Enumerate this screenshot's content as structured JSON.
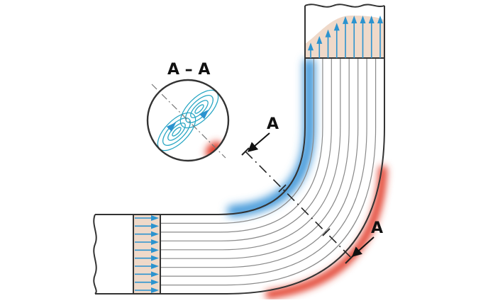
{
  "labels": {
    "section": "A – A",
    "cut_upper": "A",
    "cut_lower": "A"
  },
  "colors": {
    "outline": "#333333",
    "streamline": "#8a8a8a",
    "velocity_arrow": "#2b93cf",
    "profile_fill": "#efd9c9",
    "low_pressure_zone": "#3d95d8",
    "high_pressure_zone": "#e2402f",
    "vortex": "#2aa7c4",
    "background": "#ffffff"
  },
  "inlet": {
    "arrow_count": 10
  },
  "outlet": {
    "arrow_count": 9
  },
  "streamline_count": 8,
  "section_view": {
    "vortex_count": 2
  }
}
